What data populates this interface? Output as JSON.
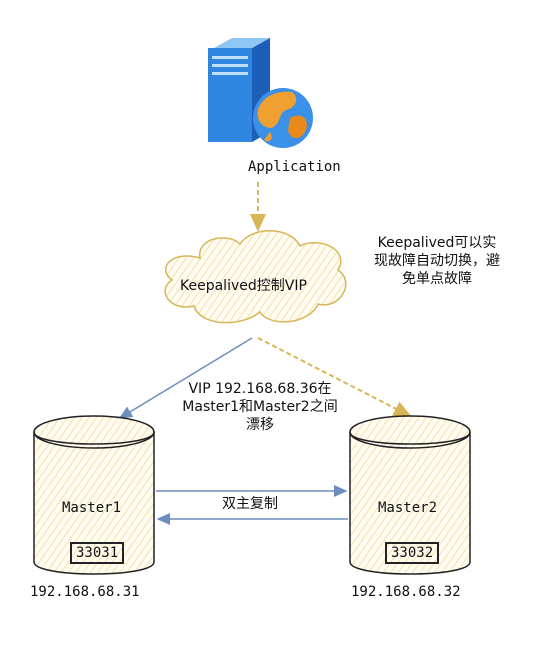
{
  "application": {
    "label": "Application",
    "icon": "server-globe-icon"
  },
  "keepalived": {
    "label": "Keepalived控制VIP",
    "note_lines": [
      "Keepalived可以实",
      "现故障自动切换，避",
      "免单点故障"
    ]
  },
  "vip": {
    "lines": [
      "VIP 192.168.68.36在",
      "Master1和Master2之间",
      "漂移"
    ]
  },
  "replication": {
    "label": "双主复制"
  },
  "master1": {
    "name": "Master1",
    "port": "33031",
    "ip": "192.168.68.31"
  },
  "master2": {
    "name": "Master2",
    "port": "33032",
    "ip": "192.168.68.32"
  },
  "colors": {
    "fill": "#fff2cc",
    "stroke": "#d6b656",
    "arrow": "#6c8ebf",
    "dashed": "#d6b656"
  }
}
